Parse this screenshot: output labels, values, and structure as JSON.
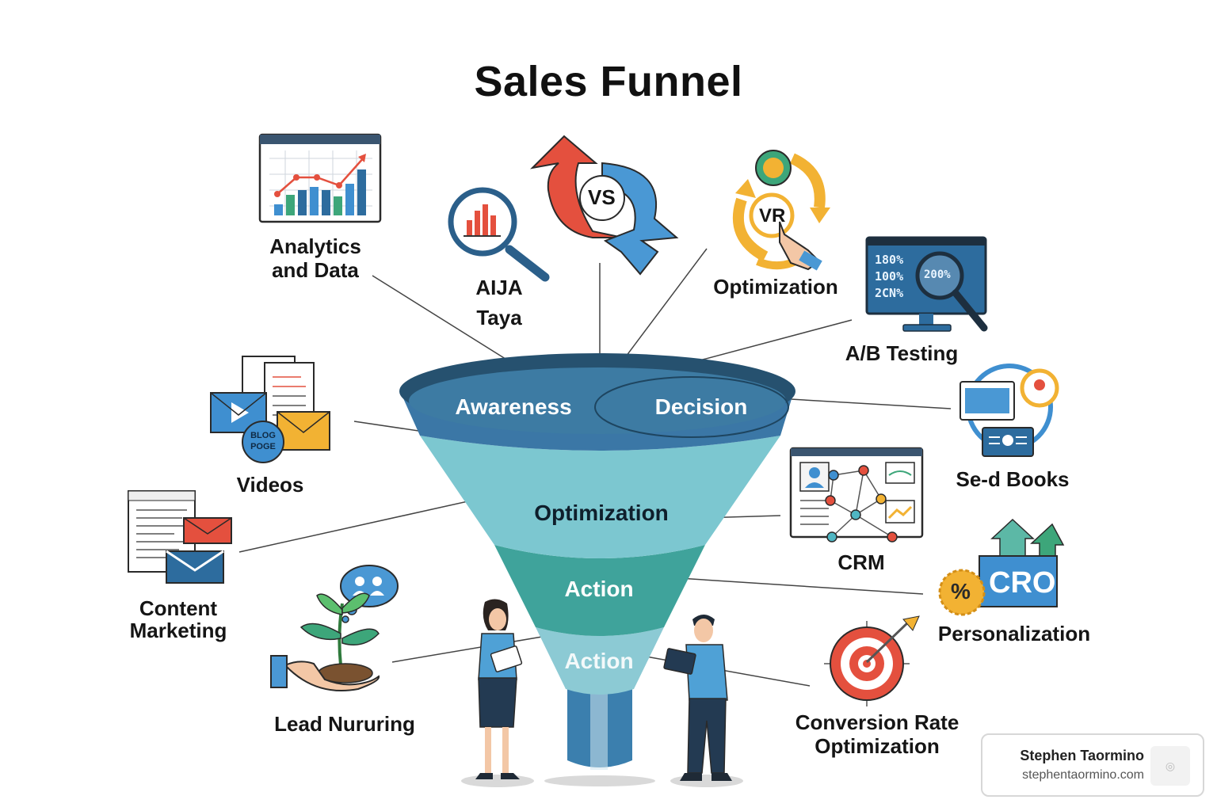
{
  "title": "Sales Funnel",
  "funnel_segments": [
    "Awareness",
    "Decision",
    "Optimization",
    "Action",
    "Action"
  ],
  "labels": {
    "analytics": [
      "Analytics",
      "and Data"
    ],
    "alia": [
      "AIJA",
      "Taya"
    ],
    "vs": "VS",
    "vr": "VR",
    "optimization_top": "Optimization",
    "ab_testing": "A/B Testing",
    "ab_screen": [
      "180%",
      "100%",
      "2CN%",
      "200%"
    ],
    "videos": "Videos",
    "blog": [
      "BLOG",
      "POGE"
    ],
    "sed_books": "Se-d Books",
    "crm": "CRM",
    "content_marketing": [
      "Content",
      "Marketing"
    ],
    "cro": "CRO",
    "percent": "%",
    "personalization": "Personalization",
    "lead_nurturing": "Lead Nururing",
    "conversion": [
      "Conversion Rate",
      "Optimization"
    ]
  },
  "credit": {
    "name": "Stephen Taormino",
    "site": "stephentaormino.com"
  },
  "colors": {
    "funnel_rim": "#26516f",
    "funnel_top": "#3d7ba3",
    "funnel_mid": "#7cc7d0",
    "funnel_low": "#3fa39b",
    "funnel_bottom": "#8ccad4",
    "spout": "#3b7fae",
    "red": "#e4503e",
    "blue": "#3f8fd0",
    "yellow": "#f2b233",
    "green": "#3da67a"
  }
}
